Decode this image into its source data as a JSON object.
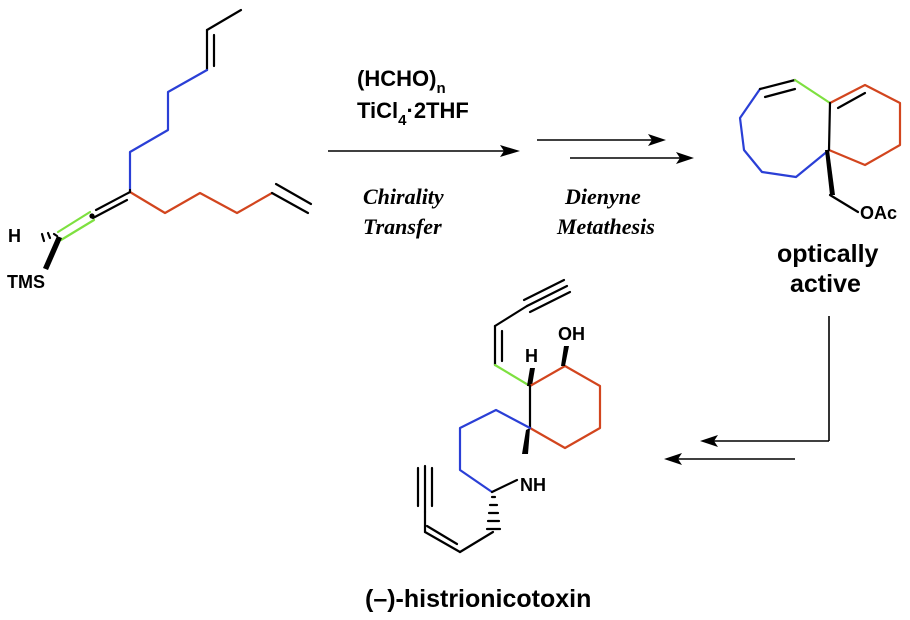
{
  "starting_material": {
    "atom_H": "H",
    "atom_TMS": "TMS"
  },
  "step1": {
    "reagent_line1_main": "(HCHO)",
    "reagent_line1_sub": "n",
    "reagent_line2_a": "TiCl",
    "reagent_line2_sub": "4",
    "reagent_line2_b": "·2THF",
    "label_line1": "Chirality",
    "label_line2": "Transfer"
  },
  "step2": {
    "label_line1": "Dienyne",
    "label_line2": "Metathesis"
  },
  "intermediate": {
    "atom_OAc": "OAc",
    "caption_line1": "optically",
    "caption_line2": "active"
  },
  "product": {
    "atom_OH": "OH",
    "atom_H": "H",
    "atom_NH": "NH",
    "name": "(–)-histrionicotoxin"
  },
  "colors": {
    "blue": "#2a3fd6",
    "red": "#d2451e",
    "green": "#7ee040",
    "black": "#000000"
  }
}
